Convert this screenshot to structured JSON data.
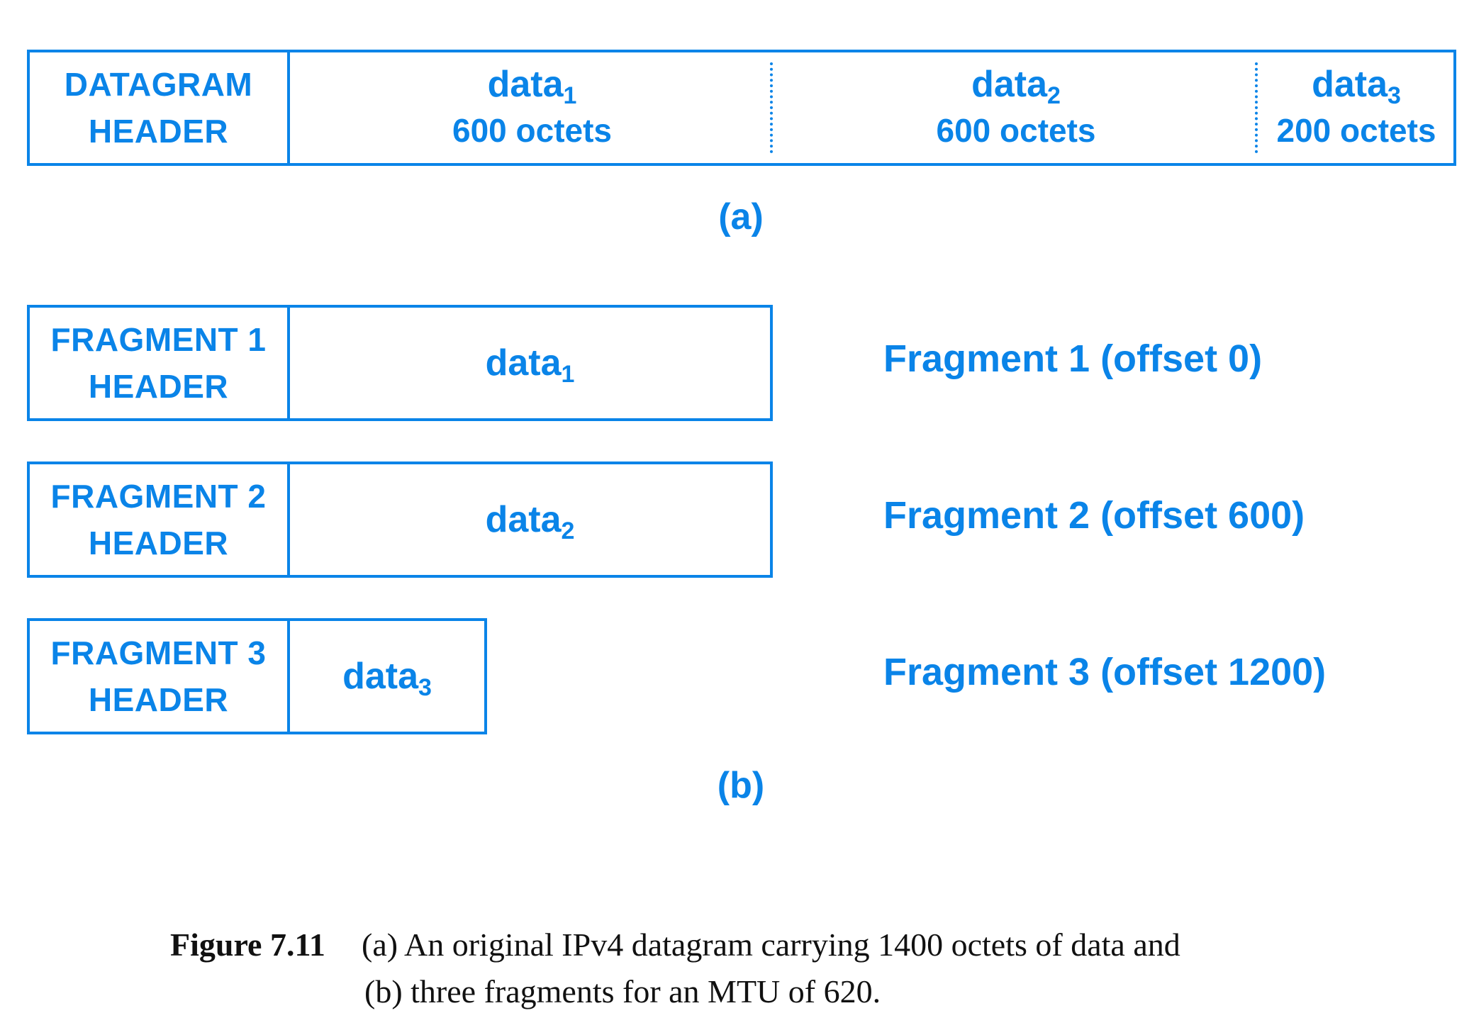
{
  "colors": {
    "accent": "#0a84e8",
    "caption_text": "#111111"
  },
  "part_a": {
    "header": {
      "line1": "DATAGRAM",
      "line2": "HEADER"
    },
    "segments": [
      {
        "name": "data",
        "sub": "1",
        "size": "600 octets"
      },
      {
        "name": "data",
        "sub": "2",
        "size": "600 octets"
      },
      {
        "name": "data",
        "sub": "3",
        "size": "200 octets"
      }
    ],
    "label": "(a)"
  },
  "part_b": {
    "fragments": [
      {
        "header_line1": "FRAGMENT 1",
        "header_line2": "HEADER",
        "data_name": "data",
        "data_sub": "1",
        "label": "Fragment 1 (offset 0)"
      },
      {
        "header_line1": "FRAGMENT 2",
        "header_line2": "HEADER",
        "data_name": "data",
        "data_sub": "2",
        "label": "Fragment 2 (offset 600)"
      },
      {
        "header_line1": "FRAGMENT 3",
        "header_line2": "HEADER",
        "data_name": "data",
        "data_sub": "3",
        "label": "Fragment 3 (offset 1200)"
      }
    ],
    "label": "(b)"
  },
  "caption": {
    "figure": "Figure 7.11",
    "line1": "(a) An original IPv4 datagram carrying 1400 octets of data and",
    "line2": "(b) three fragments for an MTU of 620."
  }
}
